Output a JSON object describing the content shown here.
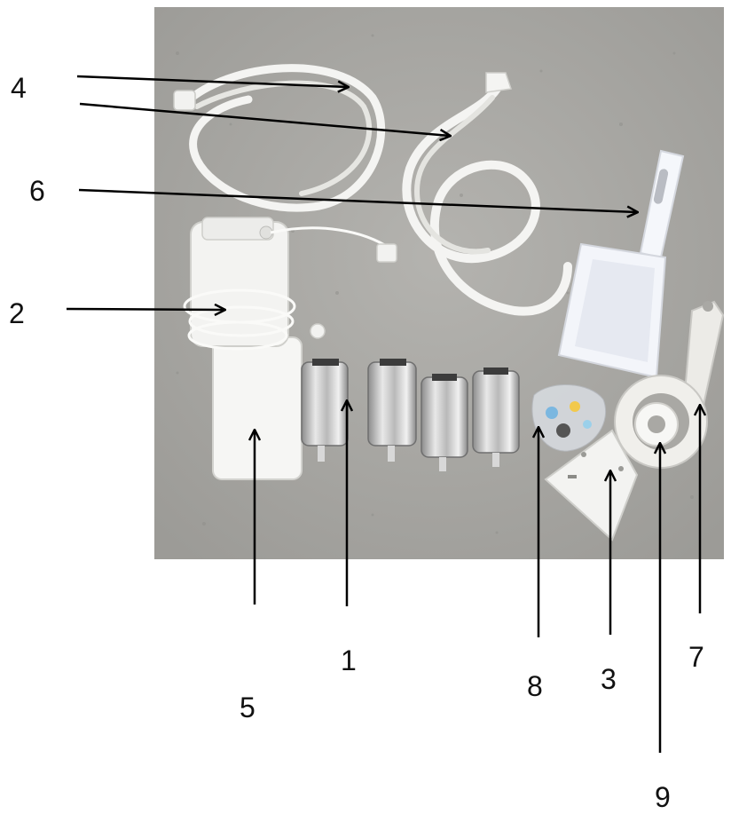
{
  "figure": {
    "photo_description_icon": "water-filter-kit-photo",
    "background_color": "#ffffff",
    "photo_bg_color": "#a9a8a4",
    "arrow_color": "#000000",
    "callouts": [
      {
        "label": "4",
        "part": "hose"
      },
      {
        "label": "6",
        "part": "scoop"
      },
      {
        "label": "2",
        "part": "tubing"
      },
      {
        "label": "5",
        "part": "filter-housing"
      },
      {
        "label": "1",
        "part": "steel-cartridge"
      },
      {
        "label": "8",
        "part": "small-parts"
      },
      {
        "label": "3",
        "part": "bracket-plate"
      },
      {
        "label": "7",
        "part": "wrench"
      },
      {
        "label": "9",
        "part": "seal-ring"
      }
    ]
  }
}
